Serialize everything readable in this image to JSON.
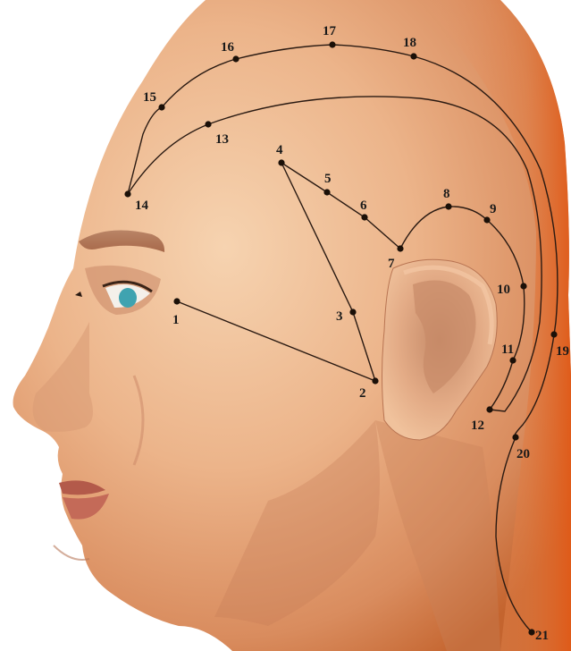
{
  "diagram": {
    "points": [
      {
        "id": "1",
        "label": "1"
      },
      {
        "id": "2",
        "label": "2"
      },
      {
        "id": "3",
        "label": "3"
      },
      {
        "id": "4",
        "label": "4"
      },
      {
        "id": "5",
        "label": "5"
      },
      {
        "id": "6",
        "label": "6"
      },
      {
        "id": "7",
        "label": "7"
      },
      {
        "id": "8",
        "label": "8"
      },
      {
        "id": "9",
        "label": "9"
      },
      {
        "id": "10",
        "label": "10"
      },
      {
        "id": "11",
        "label": "11"
      },
      {
        "id": "12",
        "label": "12"
      },
      {
        "id": "13",
        "label": "13"
      },
      {
        "id": "14",
        "label": "14"
      },
      {
        "id": "15",
        "label": "15"
      },
      {
        "id": "16",
        "label": "16"
      },
      {
        "id": "17",
        "label": "17"
      },
      {
        "id": "18",
        "label": "18"
      },
      {
        "id": "19",
        "label": "19"
      },
      {
        "id": "20",
        "label": "20"
      },
      {
        "id": "21",
        "label": "21"
      }
    ],
    "colors": {
      "skin_light": "#f2c7a0",
      "skin_mid": "#e3a47a",
      "skin_shadow": "#c0704a",
      "rim_orange": "#e66a2a",
      "line": "#2a1a12",
      "brow": "#b0714e",
      "eye": "#3fa3b0",
      "lips": "#b35a4a"
    }
  }
}
